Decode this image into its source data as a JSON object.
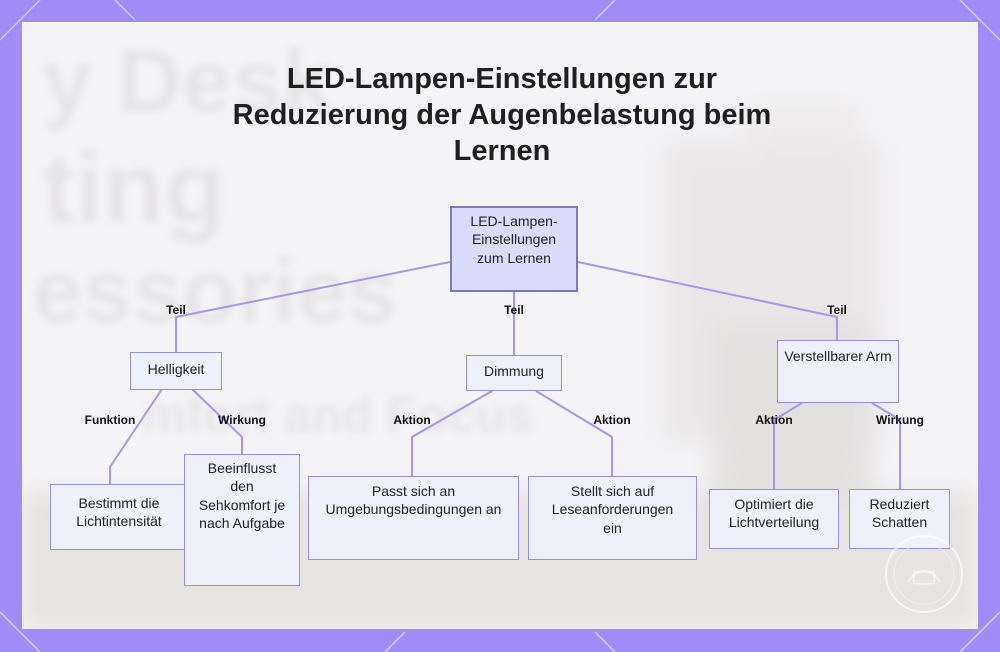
{
  "title": "LED-Lampen-Einstellungen zur Reduzierung der Augenbelastung beim Lernen",
  "nodes": {
    "root": "LED-Lampen-Einstellungen zum Lernen",
    "brightness": "Helligkeit",
    "dimming": "Dimmung",
    "arm": "Verstellbarer Arm",
    "brightness_function": "Bestimmt die Lichtintensität",
    "brightness_effect": "Beeinflusst den Sehkomfort je nach Aufgabe",
    "dimming_action_1": "Passt sich an Umgebungsbedingungen an",
    "dimming_action_2": "Stellt sich auf Leseanforderungen ein",
    "arm_action": "Optimiert die Lichtverteilung",
    "arm_effect": "Reduziert Schatten"
  },
  "edge_labels": {
    "part_1": "Teil",
    "part_2": "Teil",
    "part_3": "Teil",
    "function": "Funktion",
    "effect_1": "Wirkung",
    "action_1": "Aktion",
    "action_2": "Aktion",
    "action_3": "Aktion",
    "effect_2": "Wirkung"
  },
  "colors": {
    "frame": "#a18cf7",
    "node_fill": "#eef0fb",
    "root_fill": "#d9dcfb",
    "connector": "#a795e6"
  }
}
